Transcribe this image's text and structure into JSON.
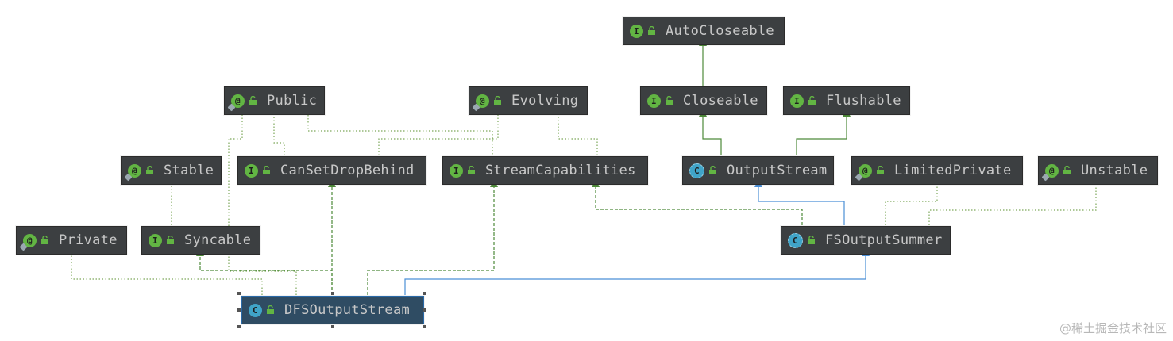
{
  "nodes": {
    "auto_closeable": {
      "label": "AutoCloseable",
      "kind": "interface"
    },
    "public": {
      "label": "Public",
      "kind": "annotation"
    },
    "evolving": {
      "label": "Evolving",
      "kind": "annotation"
    },
    "closeable": {
      "label": "Closeable",
      "kind": "interface"
    },
    "flushable": {
      "label": "Flushable",
      "kind": "interface"
    },
    "stable": {
      "label": "Stable",
      "kind": "annotation"
    },
    "can_set_drop_behind": {
      "label": "CanSetDropBehind",
      "kind": "interface"
    },
    "stream_capabilities": {
      "label": "StreamCapabilities",
      "kind": "interface"
    },
    "output_stream": {
      "label": "OutputStream",
      "kind": "abstract-class"
    },
    "limited_private": {
      "label": "LimitedPrivate",
      "kind": "annotation"
    },
    "unstable": {
      "label": "Unstable",
      "kind": "annotation"
    },
    "private": {
      "label": "Private",
      "kind": "annotation"
    },
    "syncable": {
      "label": "Syncable",
      "kind": "interface"
    },
    "fs_output_summer": {
      "label": "FSOutputSummer",
      "kind": "abstract-class"
    },
    "dfs_output_stream": {
      "label": "DFSOutputStream",
      "kind": "class"
    }
  },
  "icons": {
    "annotation": "annotation-icon",
    "interface": "interface-icon",
    "class": "class-icon",
    "abstract-class": "abstract-class-icon",
    "lock": "lock-open-icon"
  },
  "colors": {
    "node_bg": "#3c3f41",
    "node_selected_bg": "#2f4c63",
    "text": "#c8c8c8",
    "implements_edge": "#4e8a3a",
    "extends_edge": "#4b8fd6",
    "annotation_edge": "#7da85a"
  },
  "watermark": "@稀土掘金技术社区"
}
